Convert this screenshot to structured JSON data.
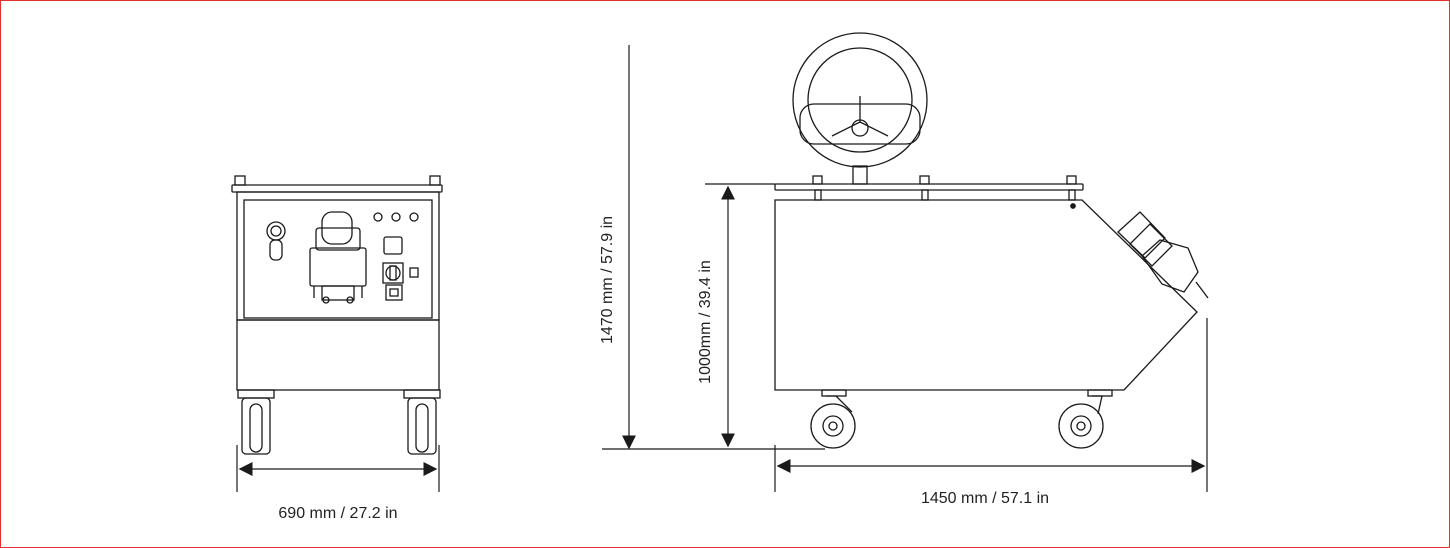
{
  "border_color": "#e2312d",
  "line_color": "#1a1a1a",
  "dimensions": {
    "front_width": "690 mm / 27.2 in",
    "total_height": "1470 mm / 57.9 in",
    "body_height": "1000mm / 39.4 in",
    "side_length": "1450 mm / 57.1 in"
  }
}
